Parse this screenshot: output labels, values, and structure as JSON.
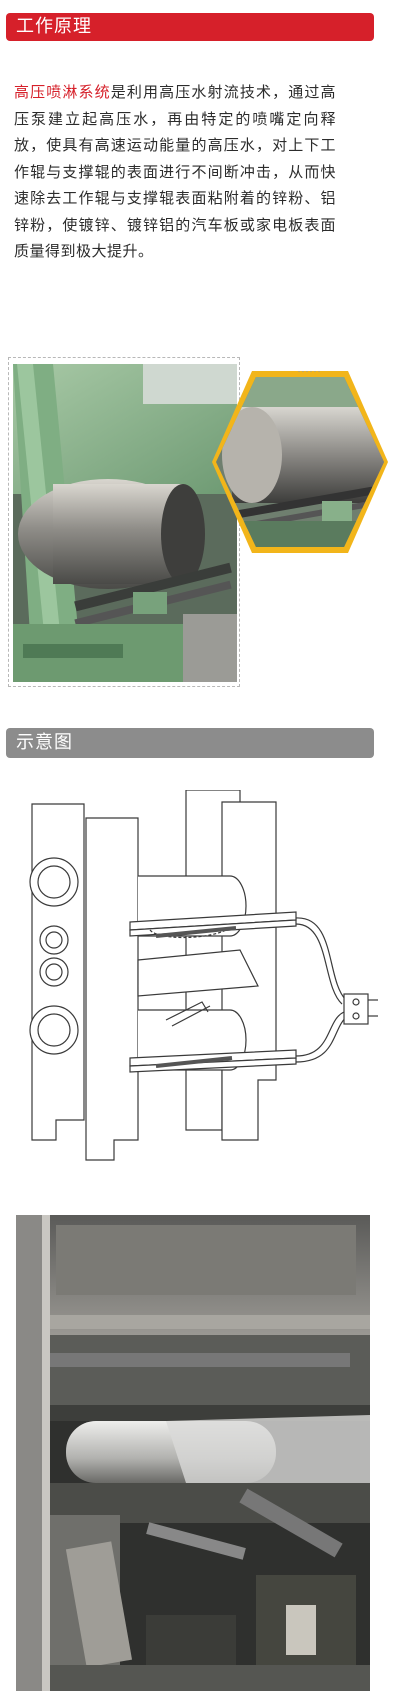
{
  "section1": {
    "title": "工作原理",
    "highlight": "高压喷淋系统",
    "body": "是利用高压水射流技术，通过高压泵建立起高压水，再由特定的喷嘴定向释放，使具有高速运动能量的高压水，对上下工作辊与支撑辊的表面进行不间断冲击，从而快速除去工作辊与支撑辊表面粘附着的锌粉、铝锌粉，使镀锌、镀锌铝的汽车板或家电板表面质量得到极大提升。"
  },
  "section2": {
    "title": "示意图"
  },
  "colors": {
    "accent_red": "#d6202a",
    "bar_gray": "#8c8c8c",
    "hex_yellow": "#f2b51a"
  }
}
